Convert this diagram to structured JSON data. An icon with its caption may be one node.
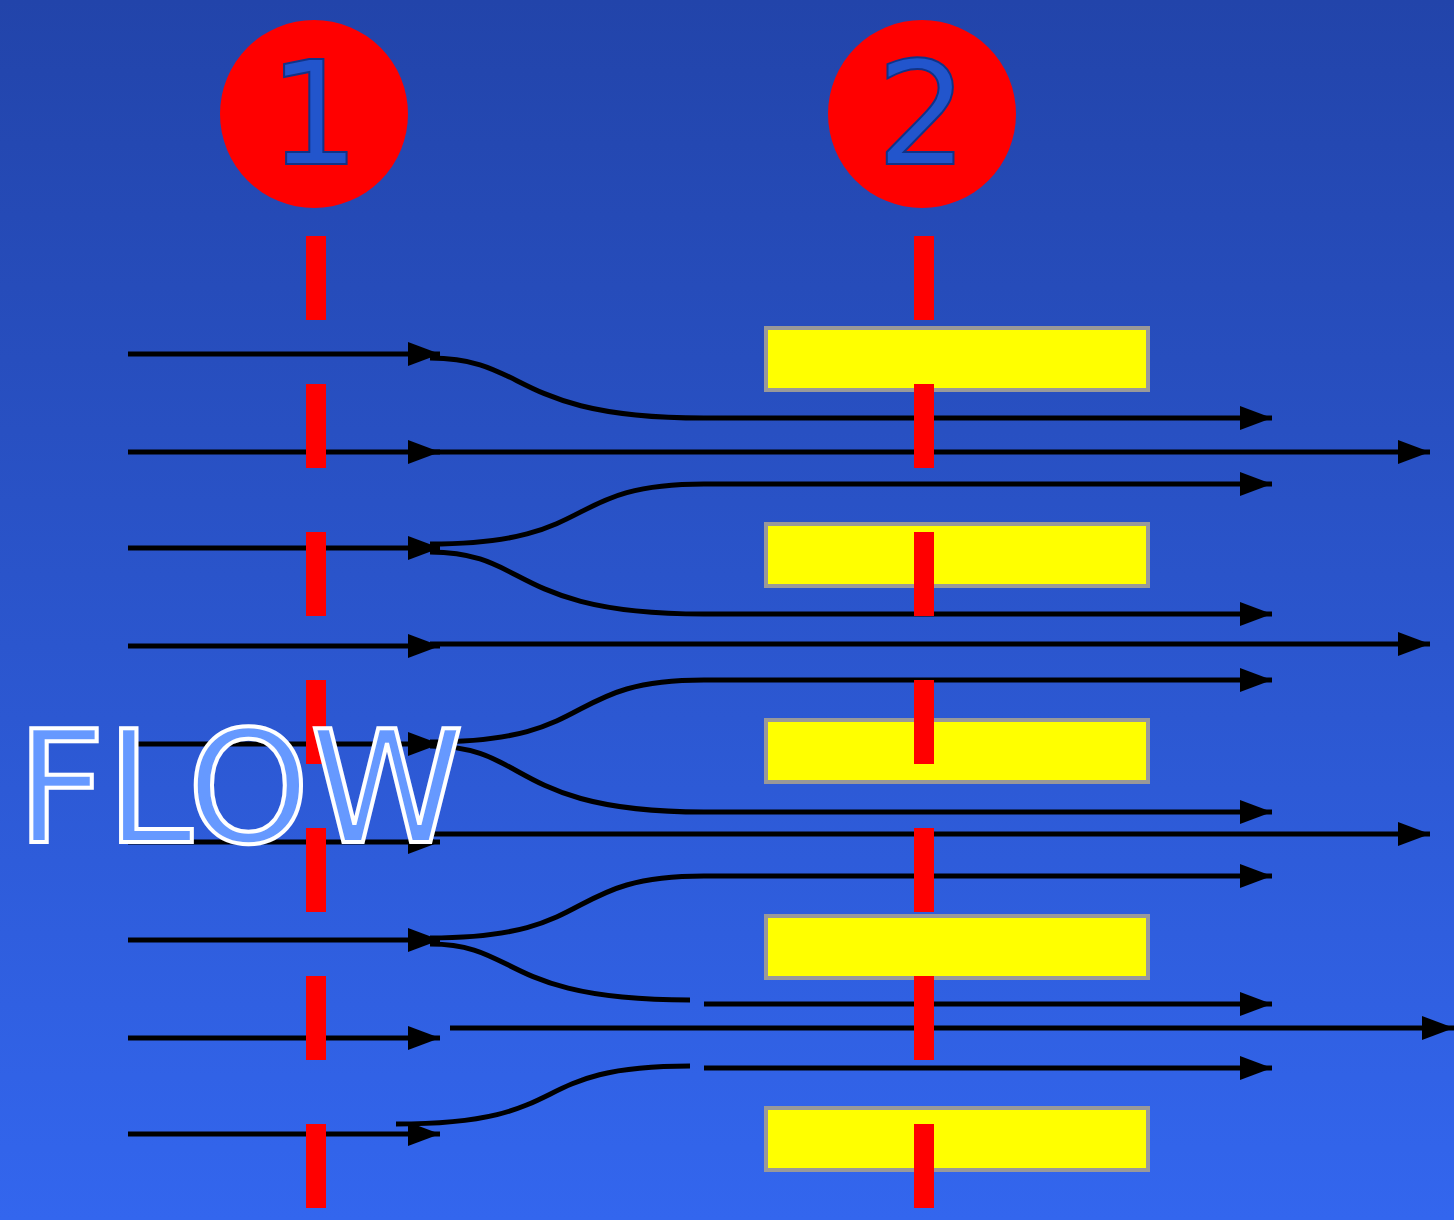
{
  "diagram": {
    "nodes": [
      {
        "text": [
          "1"
        ]
      },
      {
        "text": [
          "2"
        ]
      },
      {
        "text": [],
        "shape": "bar"
      },
      {
        "text": [],
        "shape": "bar"
      },
      {
        "text": [],
        "shape": "bar"
      },
      {
        "text": [],
        "shape": "bar"
      },
      {
        "text": [],
        "shape": "bar"
      }
    ],
    "labels": [
      "FLOW"
    ]
  }
}
